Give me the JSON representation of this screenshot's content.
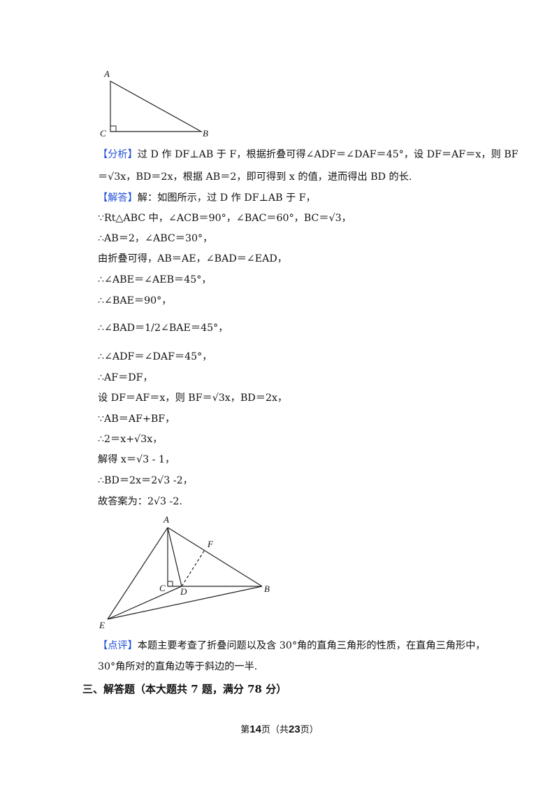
{
  "figure1": {
    "labels": {
      "a": "A",
      "c": "C",
      "b": "B"
    }
  },
  "analysis": {
    "tag": "【分析】",
    "line1": "过 D 作 DF⊥AB 于 F，根据折叠可得∠ADF＝∠DAF＝45°，设 DF＝AF＝x，则 BF",
    "line2": "＝√3x，BD＝2x，根据 AB＝2，即可得到 x 的值，进而得出 BD 的长."
  },
  "solution": {
    "tag": "【解答】",
    "lines": [
      "解：如图所示，过 D 作 DF⊥AB 于 F，",
      "∵Rt△ABC 中，∠ACB＝90°，∠BAC＝60°，BC＝√3，",
      "∴AB＝2，∠ABC＝30°，",
      "由折叠可得，AB＝AE，∠BAD＝∠EAD，",
      "∴∠ABE＝∠AEB＝45°，",
      "∴∠BAE＝90°，",
      "∴∠BAD＝1/2∠BAE＝45°，",
      "∴∠ADF＝∠DAF＝45°，",
      "∴AF＝DF，",
      "设 DF＝AF＝x，则 BF＝√3x，BD＝2x，",
      "∵AB＝AF+BF，",
      "∴2＝x+√3x，",
      "解得 x＝√3 - 1，",
      "∴BD＝2x＝2√3 -2，",
      "故答案为：2√3 -2."
    ]
  },
  "figure2": {
    "labels": {
      "a": "A",
      "f": "F",
      "c": "C",
      "d": "D",
      "b": "B",
      "e": "E"
    }
  },
  "comment": {
    "tag": "【点评】",
    "line1": "本题主要考查了折叠问题以及含 30°角的直角三角形的性质，在直角三角形中，",
    "line2": "30°角所对的直角边等于斜边的一半."
  },
  "section_heading": "三、解答题（本大题共 7 题，满分 78 分）",
  "footer": {
    "pre": "第",
    "page": "14",
    "mid": "页（共",
    "total": "23",
    "post": "页）"
  },
  "colors": {
    "tag": "#1f4fd6"
  }
}
